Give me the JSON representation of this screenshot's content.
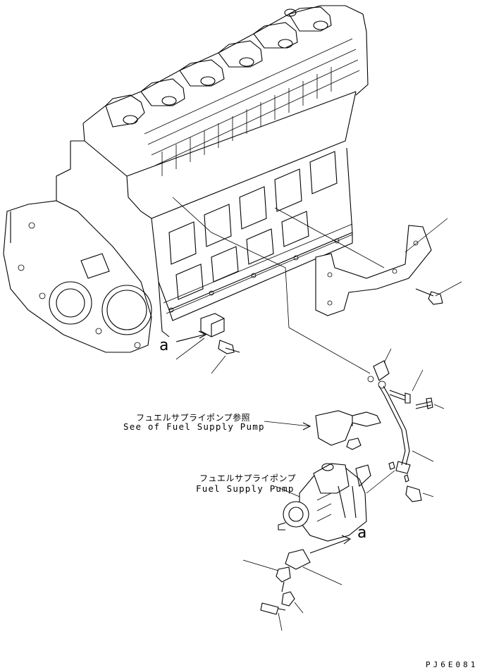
{
  "labels": {
    "ref_fuel_supply_pump_jp": "フュエルサプライポンプ参照",
    "ref_fuel_supply_pump_en": "See of Fuel Supply Pump",
    "fuel_supply_pump_jp": "フュエルサプライポンプ",
    "fuel_supply_pump_en": "Fuel Supply Pump",
    "view_mark_left": "a",
    "view_mark_right": "a",
    "drawing_code": "PJ6E081"
  }
}
